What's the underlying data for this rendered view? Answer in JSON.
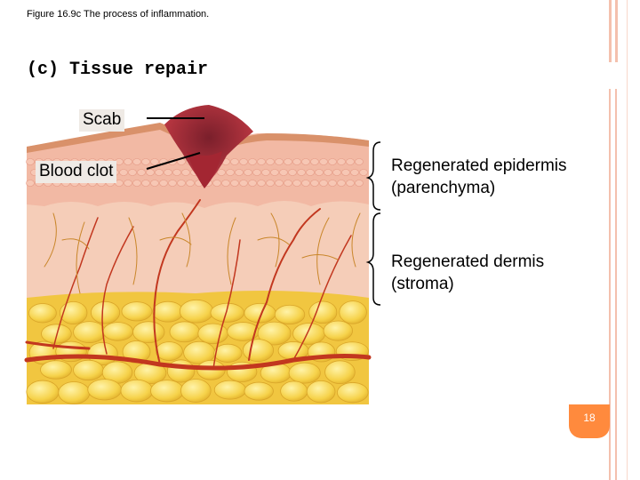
{
  "figure_caption": "Figure 16.9c  The process of inflammation.",
  "section_title": "(c) Tissue repair",
  "labels": {
    "scab": "Scab",
    "blood_clot": "Blood clot",
    "epidermis_line1": "Regenerated epidermis",
    "epidermis_line2": "(parenchyma)",
    "dermis_line1": "Regenerated dermis",
    "dermis_line2": "(stroma)"
  },
  "page_number": "18",
  "colors": {
    "accent": "#ff8a3d",
    "scab": "#b8323e",
    "skin_surface": "#d9916a",
    "epidermis": "#f2b9a4",
    "dermis": "#f5cdb8",
    "fat": "#f6d24a",
    "vessel": "#c2371f",
    "nerve": "#c9862a"
  }
}
